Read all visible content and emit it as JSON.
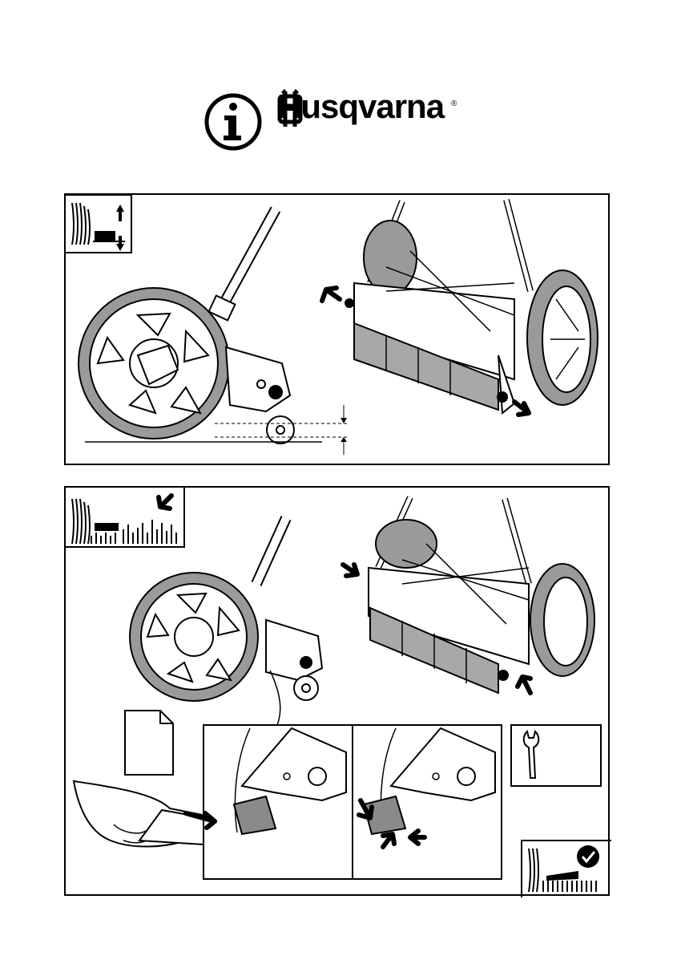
{
  "header": {
    "brand_name": "Husqvarna",
    "registered_mark": "®",
    "info_icon": "info-icon",
    "brand_logo_icon": "husqvarna-crown-logo-icon"
  },
  "panels": [
    {
      "icon": "cutting-height-adjust-icon",
      "illustrations": [
        "mower-wheel-side-view",
        "mower-front-view-height-adjust"
      ]
    },
    {
      "icon": "grass-uneven-cut-icon",
      "illustrations": [
        "mower-wheel-side-view",
        "mower-front-view-press",
        "paper-sheet-icon",
        "hand-paper-test",
        "blade-adjust-detail",
        "wrench-icon",
        "grass-even-cut-check-icon"
      ]
    }
  ],
  "colors": {
    "ink": "#000000",
    "tire_gray": "#9a9a9a",
    "roller_gray": "#a8a8a8",
    "background": "#ffffff"
  }
}
